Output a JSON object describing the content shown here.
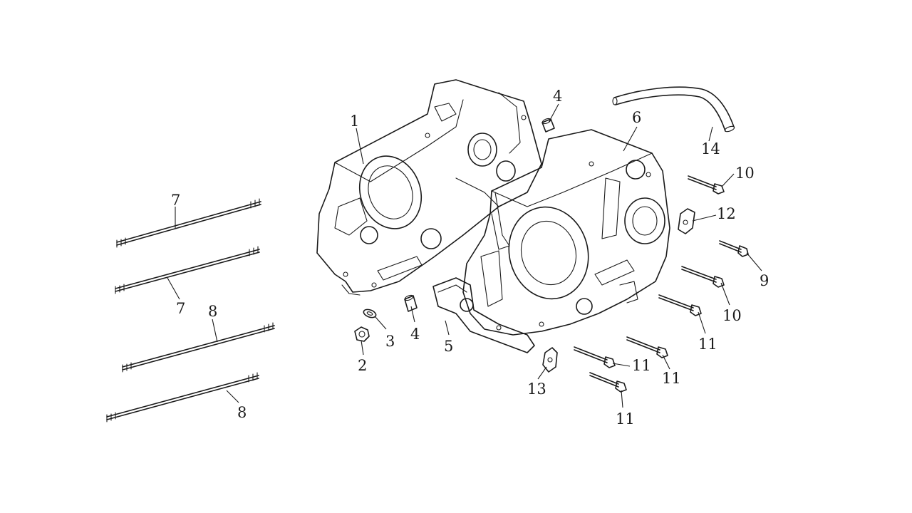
{
  "callouts": {
    "c1": "1",
    "c2": "2",
    "c3": "3",
    "c4a": "4",
    "c4b": "4",
    "c5": "5",
    "c6": "6",
    "c7a": "7",
    "c7b": "7",
    "c8a": "8",
    "c8b": "8",
    "c9": "9",
    "c10a": "10",
    "c10b": "10",
    "c11a": "11",
    "c11b": "11",
    "c11c": "11",
    "c11d": "11",
    "c12": "12",
    "c13": "13",
    "c14": "14"
  }
}
